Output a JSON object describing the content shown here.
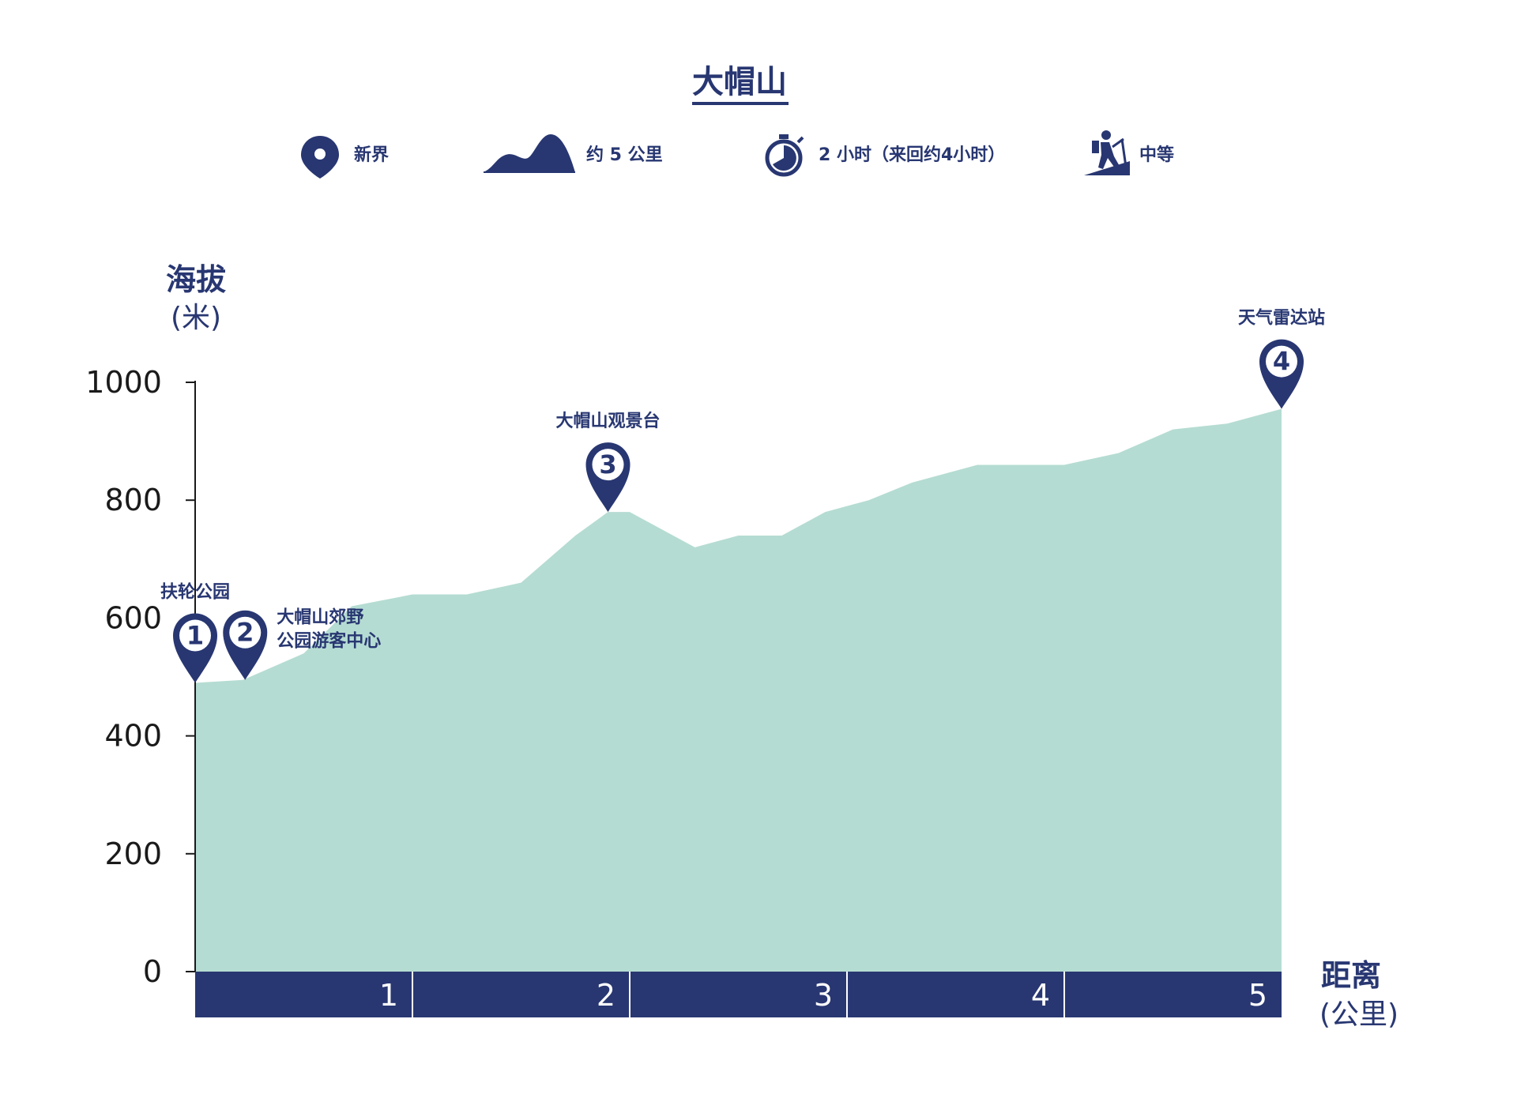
{
  "header": {
    "title": "大帽山",
    "info": [
      {
        "icon": "location-pin-icon",
        "text": "新界"
      },
      {
        "icon": "mountain-icon",
        "text": "约 5 公里"
      },
      {
        "icon": "stopwatch-icon",
        "text": "2 小时（来回约4小时）"
      },
      {
        "icon": "hiker-icon",
        "text": "中等"
      }
    ]
  },
  "colors": {
    "navy": "#283772",
    "fill": "#b5dcd2"
  },
  "chart_data": {
    "type": "area",
    "ylabel": "海拔",
    "yunit": "(米)",
    "xlabel": "距离",
    "xunit": "(公里)",
    "xlim": [
      0,
      5
    ],
    "ylim": [
      0,
      1000
    ],
    "yticks": [
      "0",
      "200",
      "400",
      "600",
      "800",
      "1000"
    ],
    "xticks": [
      "1",
      "2",
      "3",
      "4",
      "5"
    ],
    "grid": false,
    "x": [
      0,
      0.22,
      0.5,
      0.72,
      1.0,
      1.25,
      1.5,
      1.75,
      1.9,
      2.0,
      2.05,
      2.3,
      2.5,
      2.7,
      2.9,
      3.1,
      3.3,
      3.6,
      3.8,
      4.0,
      4.25,
      4.5,
      4.75,
      5.0
    ],
    "y": [
      490,
      495,
      540,
      620,
      640,
      640,
      660,
      740,
      780,
      780,
      770,
      720,
      740,
      740,
      780,
      800,
      830,
      860,
      860,
      860,
      880,
      920,
      930,
      955
    ],
    "markers": [
      {
        "num": "1",
        "x": 0.0,
        "y": 490,
        "label": [
          "扶轮公园"
        ],
        "label_pos": "above"
      },
      {
        "num": "2",
        "x": 0.23,
        "y": 495,
        "label": [
          "大帽山郊野",
          "公园游客中心"
        ],
        "label_pos": "right"
      },
      {
        "num": "3",
        "x": 1.9,
        "y": 780,
        "label": [
          "大帽山观景台"
        ],
        "label_pos": "above"
      },
      {
        "num": "4",
        "x": 5.0,
        "y": 955,
        "label": [
          "天气雷达站"
        ],
        "label_pos": "above"
      }
    ]
  }
}
